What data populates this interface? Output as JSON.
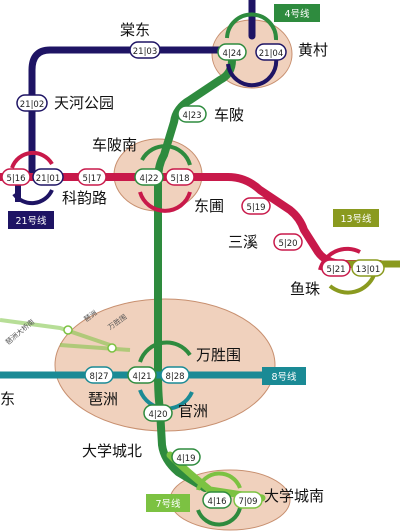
{
  "stations": {
    "tangdong": "棠东",
    "huangcun": "黄村",
    "tianhe_park": "天河公园",
    "chebei": "车陂",
    "chebeinan": "车陂南",
    "keyun_road": "科韵路",
    "dongpu": "东圃",
    "sanxi": "三溪",
    "yuzhu": "鱼珠",
    "wanshengwei": "万胜围",
    "pazhou": "琶洲",
    "guanzhou": "官洲",
    "univ_north": "大学城北",
    "univ_south": "大学城南",
    "left_partial": "东",
    "left_small_1": "琶洲",
    "left_small_2": "万胜围",
    "left_small_3": "琶洲大桥南"
  },
  "codes": {
    "t2103": "21|03",
    "t2102": "21|02",
    "t2101": "21|01",
    "t516": "5|16",
    "t517": "5|17",
    "t518": "5|18",
    "t519": "5|19",
    "t520": "5|20",
    "t521": "5|21",
    "t1301": "13|01",
    "t424": "4|24",
    "t2104": "21|04",
    "t423": "4|23",
    "t422": "4|22",
    "t421": "4|21",
    "t828": "8|28",
    "t827": "8|27",
    "t420": "4|20",
    "t419": "4|19",
    "t416": "4|16",
    "t709": "7|09"
  },
  "lines": {
    "l4": "4号线",
    "l21": "21号线",
    "l13": "13号线",
    "l8": "8号线",
    "l7": "7号线"
  },
  "colors": {
    "line4": "#2e8b3e",
    "line5": "#c8194a",
    "line21": "#1e1464",
    "line13": "#8a9a1f",
    "line8": "#1a8a95",
    "line7": "#7cc242",
    "hub": "#e8b89a"
  }
}
